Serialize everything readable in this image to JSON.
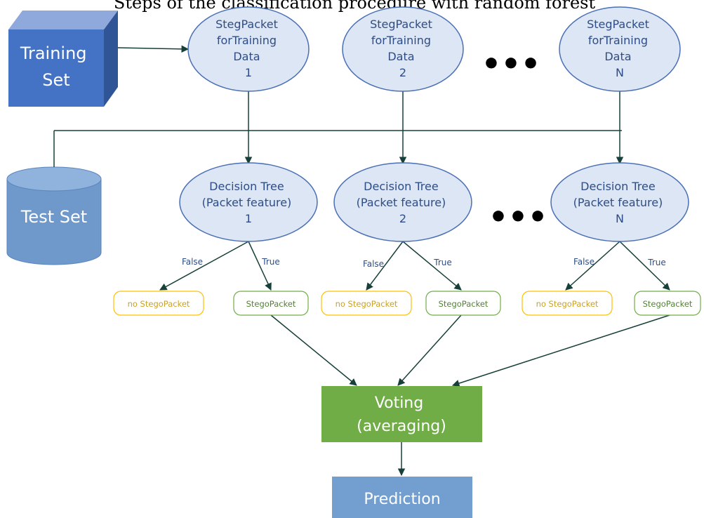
{
  "caption": "Steps of the classification procedure with random forest",
  "training_set": [
    "Training",
    "Set"
  ],
  "test_set": "Test Set",
  "packets": [
    [
      "StegPacket",
      "forTraining",
      "Data",
      "1"
    ],
    [
      "StegPacket",
      "forTraining",
      "Data",
      "2"
    ],
    [
      "StegPacket",
      "forTraining",
      "Data",
      "N"
    ]
  ],
  "trees": [
    [
      "Decision Tree",
      "(Packet feature)",
      "1"
    ],
    [
      "Decision Tree",
      "(Packet feature)",
      "2"
    ],
    [
      "Decision Tree",
      "(Packet feature)",
      "N"
    ]
  ],
  "branch_false": "False",
  "branch_true": "True",
  "no_stego": "no StegoPacket",
  "stego": "StegoPacket",
  "ellipsis": "•••",
  "voting": [
    "Voting",
    "(averaging)"
  ],
  "prediction": "Prediction",
  "colors": {
    "ellipse_fill": "#dde6f4",
    "ellipse_stroke": "#4a6fb5",
    "cube_front": "#4472c4",
    "test_set": "#6f98cb",
    "voting": "#70ad47",
    "prediction": "#729fcf",
    "no_stego": "#ffc000",
    "stego": "#70ad47",
    "connector": "#17403a"
  }
}
